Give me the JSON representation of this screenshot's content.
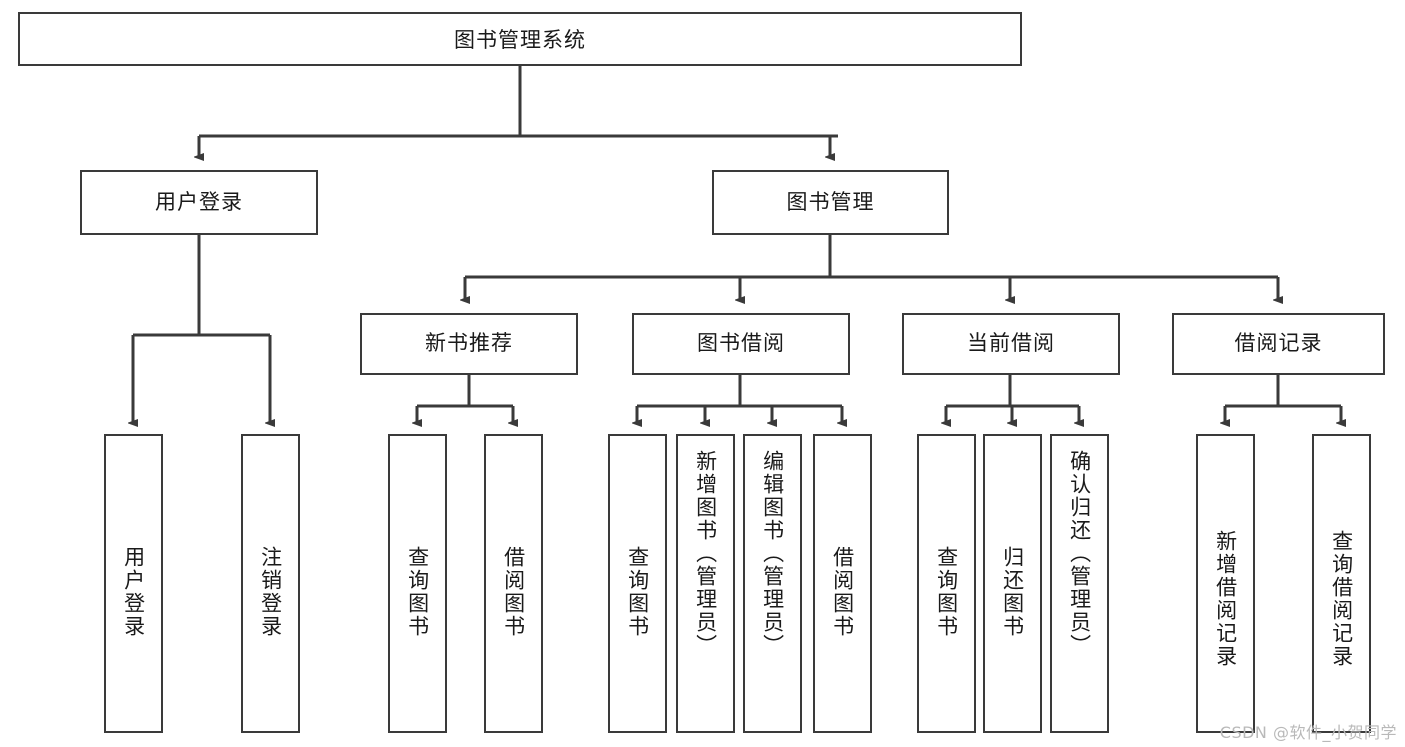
{
  "diagram": {
    "type": "tree",
    "title": "图书管理系统",
    "watermark": "CSDN @软件_小贺同学",
    "colors": {
      "stroke": "#3a3a3a",
      "fill": "#ffffff",
      "text": "#1a1a1a",
      "watermark": "#b9b9b9"
    },
    "levels": {
      "root": {
        "label": "图书管理系统"
      },
      "level2": [
        {
          "label": "用户登录"
        },
        {
          "label": "图书管理"
        }
      ],
      "level3": [
        {
          "label": "新书推荐"
        },
        {
          "label": "图书借阅"
        },
        {
          "label": "当前借阅"
        },
        {
          "label": "借阅记录"
        }
      ],
      "leaves": {
        "user_login": [
          {
            "label": "用户登录"
          },
          {
            "label": "注销登录"
          }
        ],
        "new_book": [
          {
            "label": "查询图书"
          },
          {
            "label": "借阅图书"
          }
        ],
        "book_borrow": [
          {
            "label": "查询图书"
          },
          {
            "label": "新增图书（管理员）"
          },
          {
            "label": "编辑图书（管理员）"
          },
          {
            "label": "借阅图书"
          }
        ],
        "current_borrow": [
          {
            "label": "查询图书"
          },
          {
            "label": "归还图书"
          },
          {
            "label": "确认归还（管理员）"
          }
        ],
        "borrow_record": [
          {
            "label": "新增借阅记录"
          },
          {
            "label": "查询借阅记录"
          }
        ]
      }
    }
  }
}
